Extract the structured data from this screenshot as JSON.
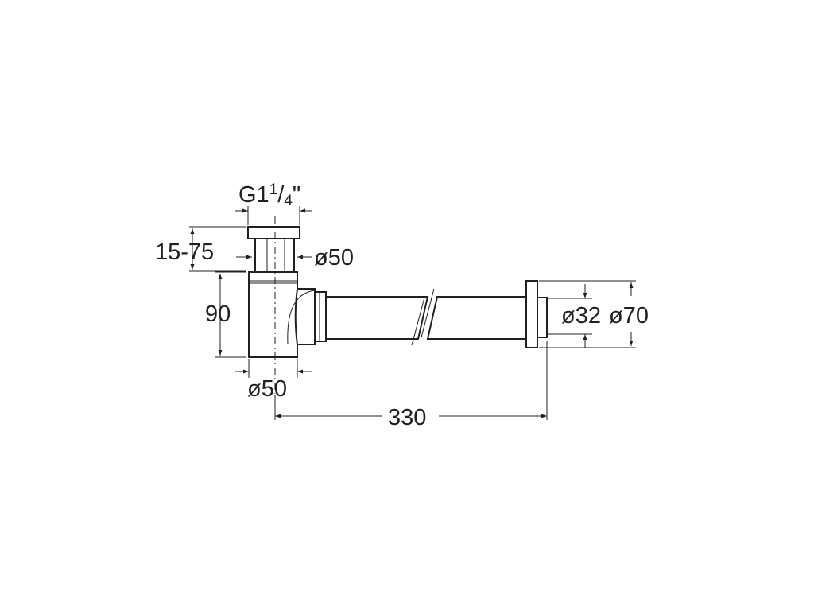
{
  "dimensions": {
    "thread_g": "G1",
    "thread_num": "1",
    "thread_slash": "/",
    "thread_den": "4",
    "thread_quote": "\"",
    "adjust_range": "15-75",
    "top_diameter": "ø50",
    "body_height": "90",
    "bottom_diameter": "ø50",
    "horizontal_length": "330",
    "outlet_inner_diameter": "ø32",
    "outlet_flange_diameter": "ø70"
  },
  "colors": {
    "line": "#231f20",
    "background": "#ffffff"
  }
}
